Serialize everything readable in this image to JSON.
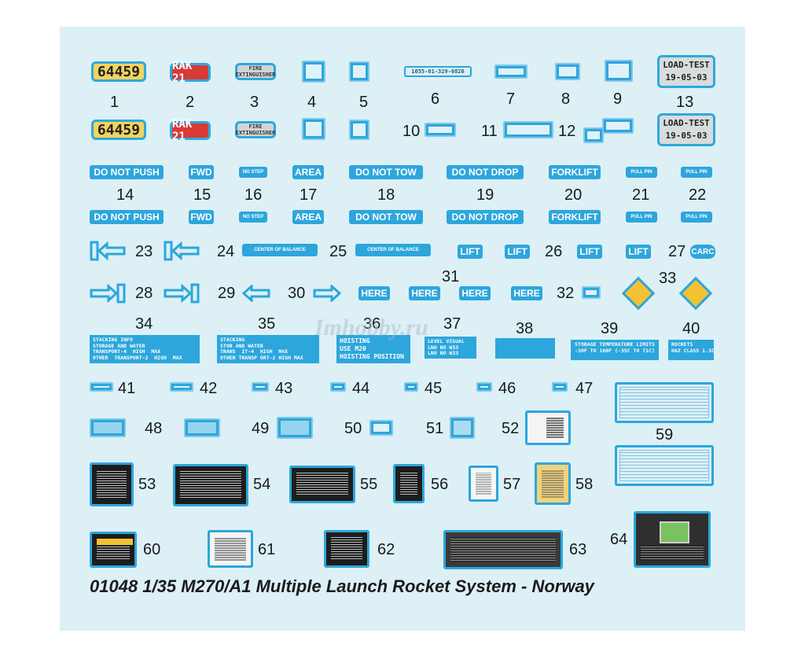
{
  "plates": {
    "p1": "64459",
    "p2": "RAK 21",
    "p3": "FIRE EXTINGUISHER",
    "p13a": "LOAD-TEST",
    "p13b": "19-05-03",
    "p6": "1055-01-329-6826"
  },
  "words": {
    "w14": "DO NOT PUSH",
    "w15": "FWD",
    "w16": "NO STEP",
    "w17": "AREA",
    "w18": "DO NOT TOW",
    "w19": "DO NOT DROP",
    "w20": "FORKLIFT",
    "w21": "PULL PIN",
    "w22": "PULL PIN",
    "w25": "CENTER OF BALANCE",
    "w24": "CENTER OF BALANCE",
    "w26": "LIFT",
    "w27": "CARC",
    "w31": "HERE"
  },
  "blocks": {
    "b34": "STACKING INFO\nSTORAGE AND WATER\nTRANSPORT-4  HIGH  MAX\nOTHER  TRANSPORT-2  HIGH  MAX",
    "b35": "STACKING\nSTOR AND WATER\nTRANS  IT-4  HIGH  MAX\nOTHER TRANSP ORT-2 HIGH MAX",
    "b36": "HOISTING\nUSE M20\nHOISTING POSITION",
    "b37": "LEVEL VISUAL\nLNO NO W33\nLNO NO W33",
    "b38": "",
    "b39": "STORAGE TEMPERATURE LIMITS\n-30F TO 160F (-35C TO 71C)",
    "b40": "ROCKETS\nHAZ CLASS 1.3C"
  },
  "numbers": [
    "1",
    "2",
    "3",
    "4",
    "5",
    "6",
    "7",
    "8",
    "9",
    "13",
    "10",
    "11",
    "12",
    "14",
    "15",
    "16",
    "17",
    "18",
    "19",
    "20",
    "21",
    "22",
    "23",
    "24",
    "25",
    "26",
    "27",
    "28",
    "29",
    "30",
    "31",
    "32",
    "33",
    "34",
    "35",
    "36",
    "37",
    "38",
    "39",
    "40",
    "41",
    "42",
    "43",
    "44",
    "45",
    "46",
    "47",
    "48",
    "49",
    "50",
    "51",
    "52",
    "53",
    "54",
    "55",
    "56",
    "57",
    "58",
    "59",
    "60",
    "61",
    "62",
    "63",
    "64"
  ],
  "title": "01048 1/35 M270/A1 Multiple Launch Rocket System - Norway",
  "watermark": "Imhobby.ru",
  "colors": {
    "accent": "#2da6dc",
    "sheet": "#dcf0f6",
    "plate_yellow": "#f4d35e",
    "plate_red": "#d83a36"
  }
}
